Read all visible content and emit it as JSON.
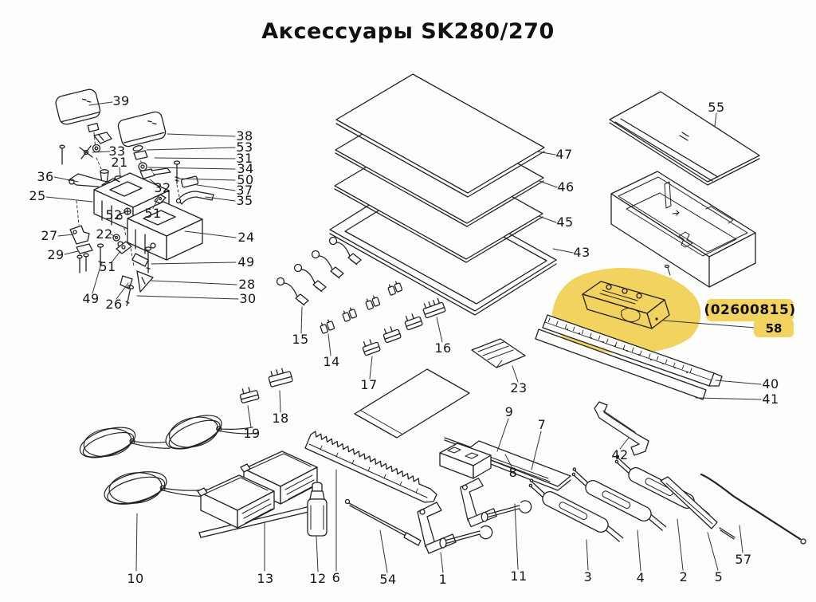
{
  "title": "Аксессуары SK280/270",
  "highlight": {
    "code": "(02600815)",
    "part_number": "58",
    "color": "#f2d35f"
  },
  "colors": {
    "ink": "#222222",
    "paper": "#fdfdfb",
    "highlight": "#f2d35f"
  },
  "parts": [
    {
      "label": "39"
    },
    {
      "label": "38"
    },
    {
      "label": "53"
    },
    {
      "label": "31"
    },
    {
      "label": "34"
    },
    {
      "label": "50"
    },
    {
      "label": "37"
    },
    {
      "label": "35"
    },
    {
      "label": "33"
    },
    {
      "label": "21"
    },
    {
      "label": "36"
    },
    {
      "label": "32"
    },
    {
      "label": "25"
    },
    {
      "label": "52"
    },
    {
      "label": "51"
    },
    {
      "label": "27"
    },
    {
      "label": "22"
    },
    {
      "label": "24"
    },
    {
      "label": "29"
    },
    {
      "label": "49"
    },
    {
      "label": "51"
    },
    {
      "label": "28"
    },
    {
      "label": "30"
    },
    {
      "label": "49"
    },
    {
      "label": "26"
    },
    {
      "label": "47"
    },
    {
      "label": "46"
    },
    {
      "label": "45"
    },
    {
      "label": "43"
    },
    {
      "label": "55"
    },
    {
      "label": "40"
    },
    {
      "label": "41"
    },
    {
      "label": "15"
    },
    {
      "label": "14"
    },
    {
      "label": "17"
    },
    {
      "label": "16"
    },
    {
      "label": "23"
    },
    {
      "label": "19"
    },
    {
      "label": "18"
    },
    {
      "label": "9"
    },
    {
      "label": "7"
    },
    {
      "label": "42"
    },
    {
      "label": "8"
    },
    {
      "label": "10"
    },
    {
      "label": "13"
    },
    {
      "label": "12"
    },
    {
      "label": "6"
    },
    {
      "label": "54"
    },
    {
      "label": "1"
    },
    {
      "label": "11"
    },
    {
      "label": "3"
    },
    {
      "label": "4"
    },
    {
      "label": "2"
    },
    {
      "label": "5"
    },
    {
      "label": "57"
    }
  ]
}
